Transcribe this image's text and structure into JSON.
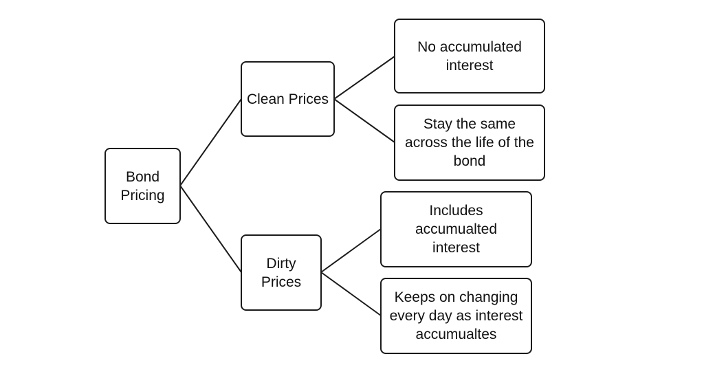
{
  "diagram": {
    "root": {
      "lines": [
        "Bond",
        "Pricing"
      ]
    },
    "clean": {
      "lines": [
        "Clean Prices"
      ]
    },
    "dirty": {
      "lines": [
        "Dirty",
        "Prices"
      ]
    },
    "clean_leaf_1": {
      "lines": [
        "No accumulated",
        "interest"
      ]
    },
    "clean_leaf_2": {
      "lines": [
        "Stay the same",
        "across the life of the",
        "bond"
      ]
    },
    "dirty_leaf_1": {
      "lines": [
        "Includes",
        "accumualted",
        "interest"
      ]
    },
    "dirty_leaf_2": {
      "lines": [
        "Keeps on changing",
        "every day as interest",
        "accumualtes"
      ]
    }
  },
  "colors": {
    "stroke": "#1a1a1a",
    "background": "#ffffff"
  }
}
